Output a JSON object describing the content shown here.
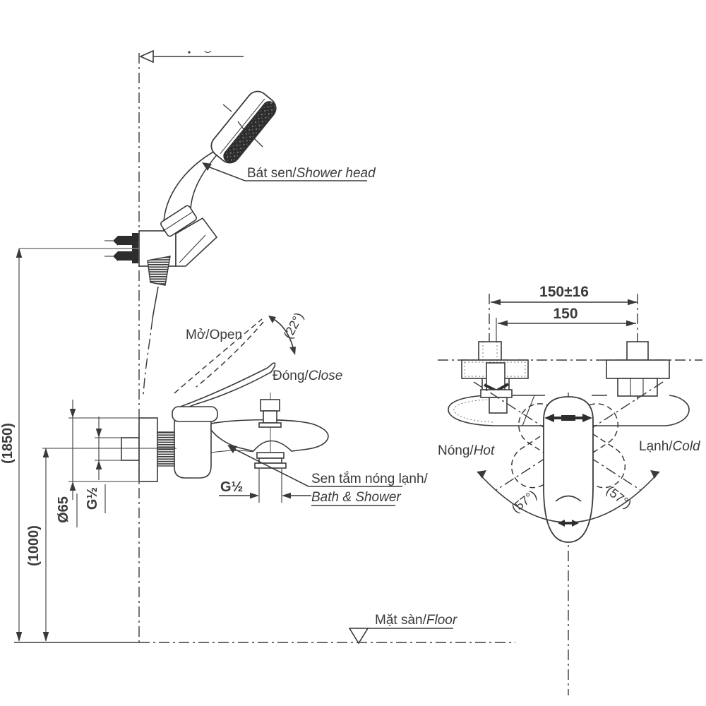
{
  "side_view": {
    "shower_head_label": {
      "vi": "Bát sen/",
      "en": "Shower head"
    },
    "open_label": {
      "vi": "Mở/",
      "en": "Open"
    },
    "close_label": {
      "vi": "Đóng/",
      "en": "Close"
    },
    "bath_shower_label": {
      "vi": "Sen tắm nóng lạnh/",
      "en": "Bath & Shower"
    },
    "floor_label": {
      "vi": "Mặt sàn/",
      "en": "Floor"
    },
    "dims": {
      "total_height": "(1850)",
      "mixer_height": "(1000)",
      "flange_diameter": "Ø65",
      "inlet_thread": "G½",
      "outlet_thread": "G½",
      "open_angle": "(22°)"
    }
  },
  "front_view": {
    "hot_label": {
      "vi": "Nóng/",
      "en": "Hot"
    },
    "cold_label": {
      "vi": "Lạnh/",
      "en": "Cold"
    },
    "dims": {
      "span_with_tolerance": "150±16",
      "span": "150",
      "swing_left": "(57°)",
      "swing_right": "(57°)"
    }
  },
  "colors": {
    "ink": "#3a3a3a",
    "paper": "#ffffff"
  }
}
